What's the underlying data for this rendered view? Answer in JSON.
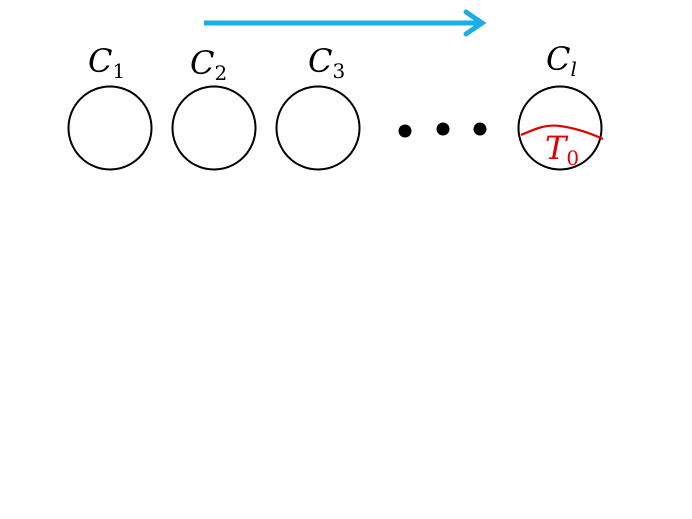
{
  "diagram": {
    "colors": {
      "arrow": "#1aaee5",
      "circle_stroke": "#000000",
      "curve": "#e00000",
      "label": "#000000",
      "curve_label": "#e00000"
    },
    "arrow": {
      "direction": "right"
    },
    "circles": [
      {
        "symbol": "C",
        "subscript": "1"
      },
      {
        "symbol": "C",
        "subscript": "2"
      },
      {
        "symbol": "C",
        "subscript": "3"
      },
      {
        "symbol": "C",
        "subscript": "l"
      }
    ],
    "ellipsis_dots": 3,
    "curve_label": {
      "symbol": "T",
      "subscript": "0"
    }
  }
}
